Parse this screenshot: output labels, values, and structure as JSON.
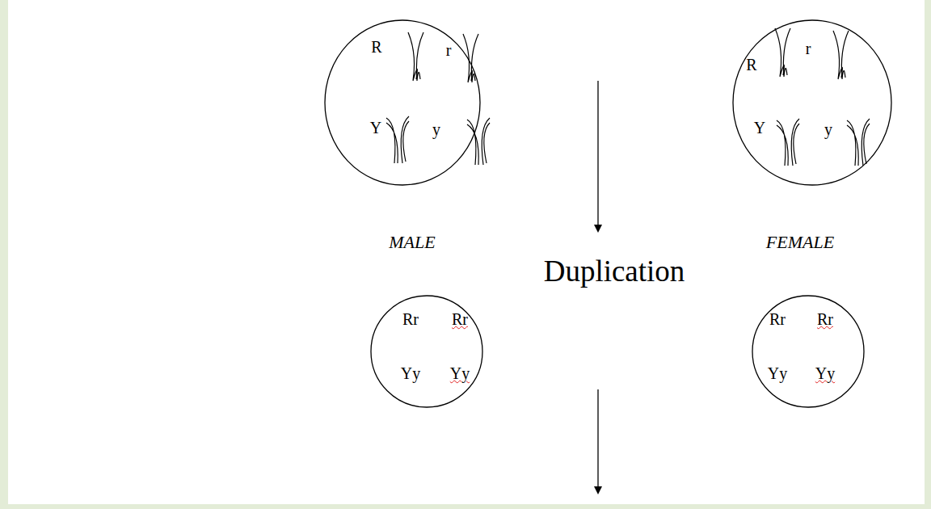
{
  "diagram": {
    "nodes": [
      {
        "text": [
          "R",
          "r",
          "Y",
          "y",
          "MALE"
        ]
      },
      {
        "text": [
          "R",
          "r",
          "Y",
          "y",
          "FEMALE"
        ]
      },
      {
        "text": [
          "Rr",
          "Rr",
          "Yy",
          "Yy"
        ]
      },
      {
        "text": [
          "Rr",
          "Rr",
          "Yy",
          "Yy"
        ]
      }
    ],
    "labels": [
      "Duplication"
    ]
  }
}
